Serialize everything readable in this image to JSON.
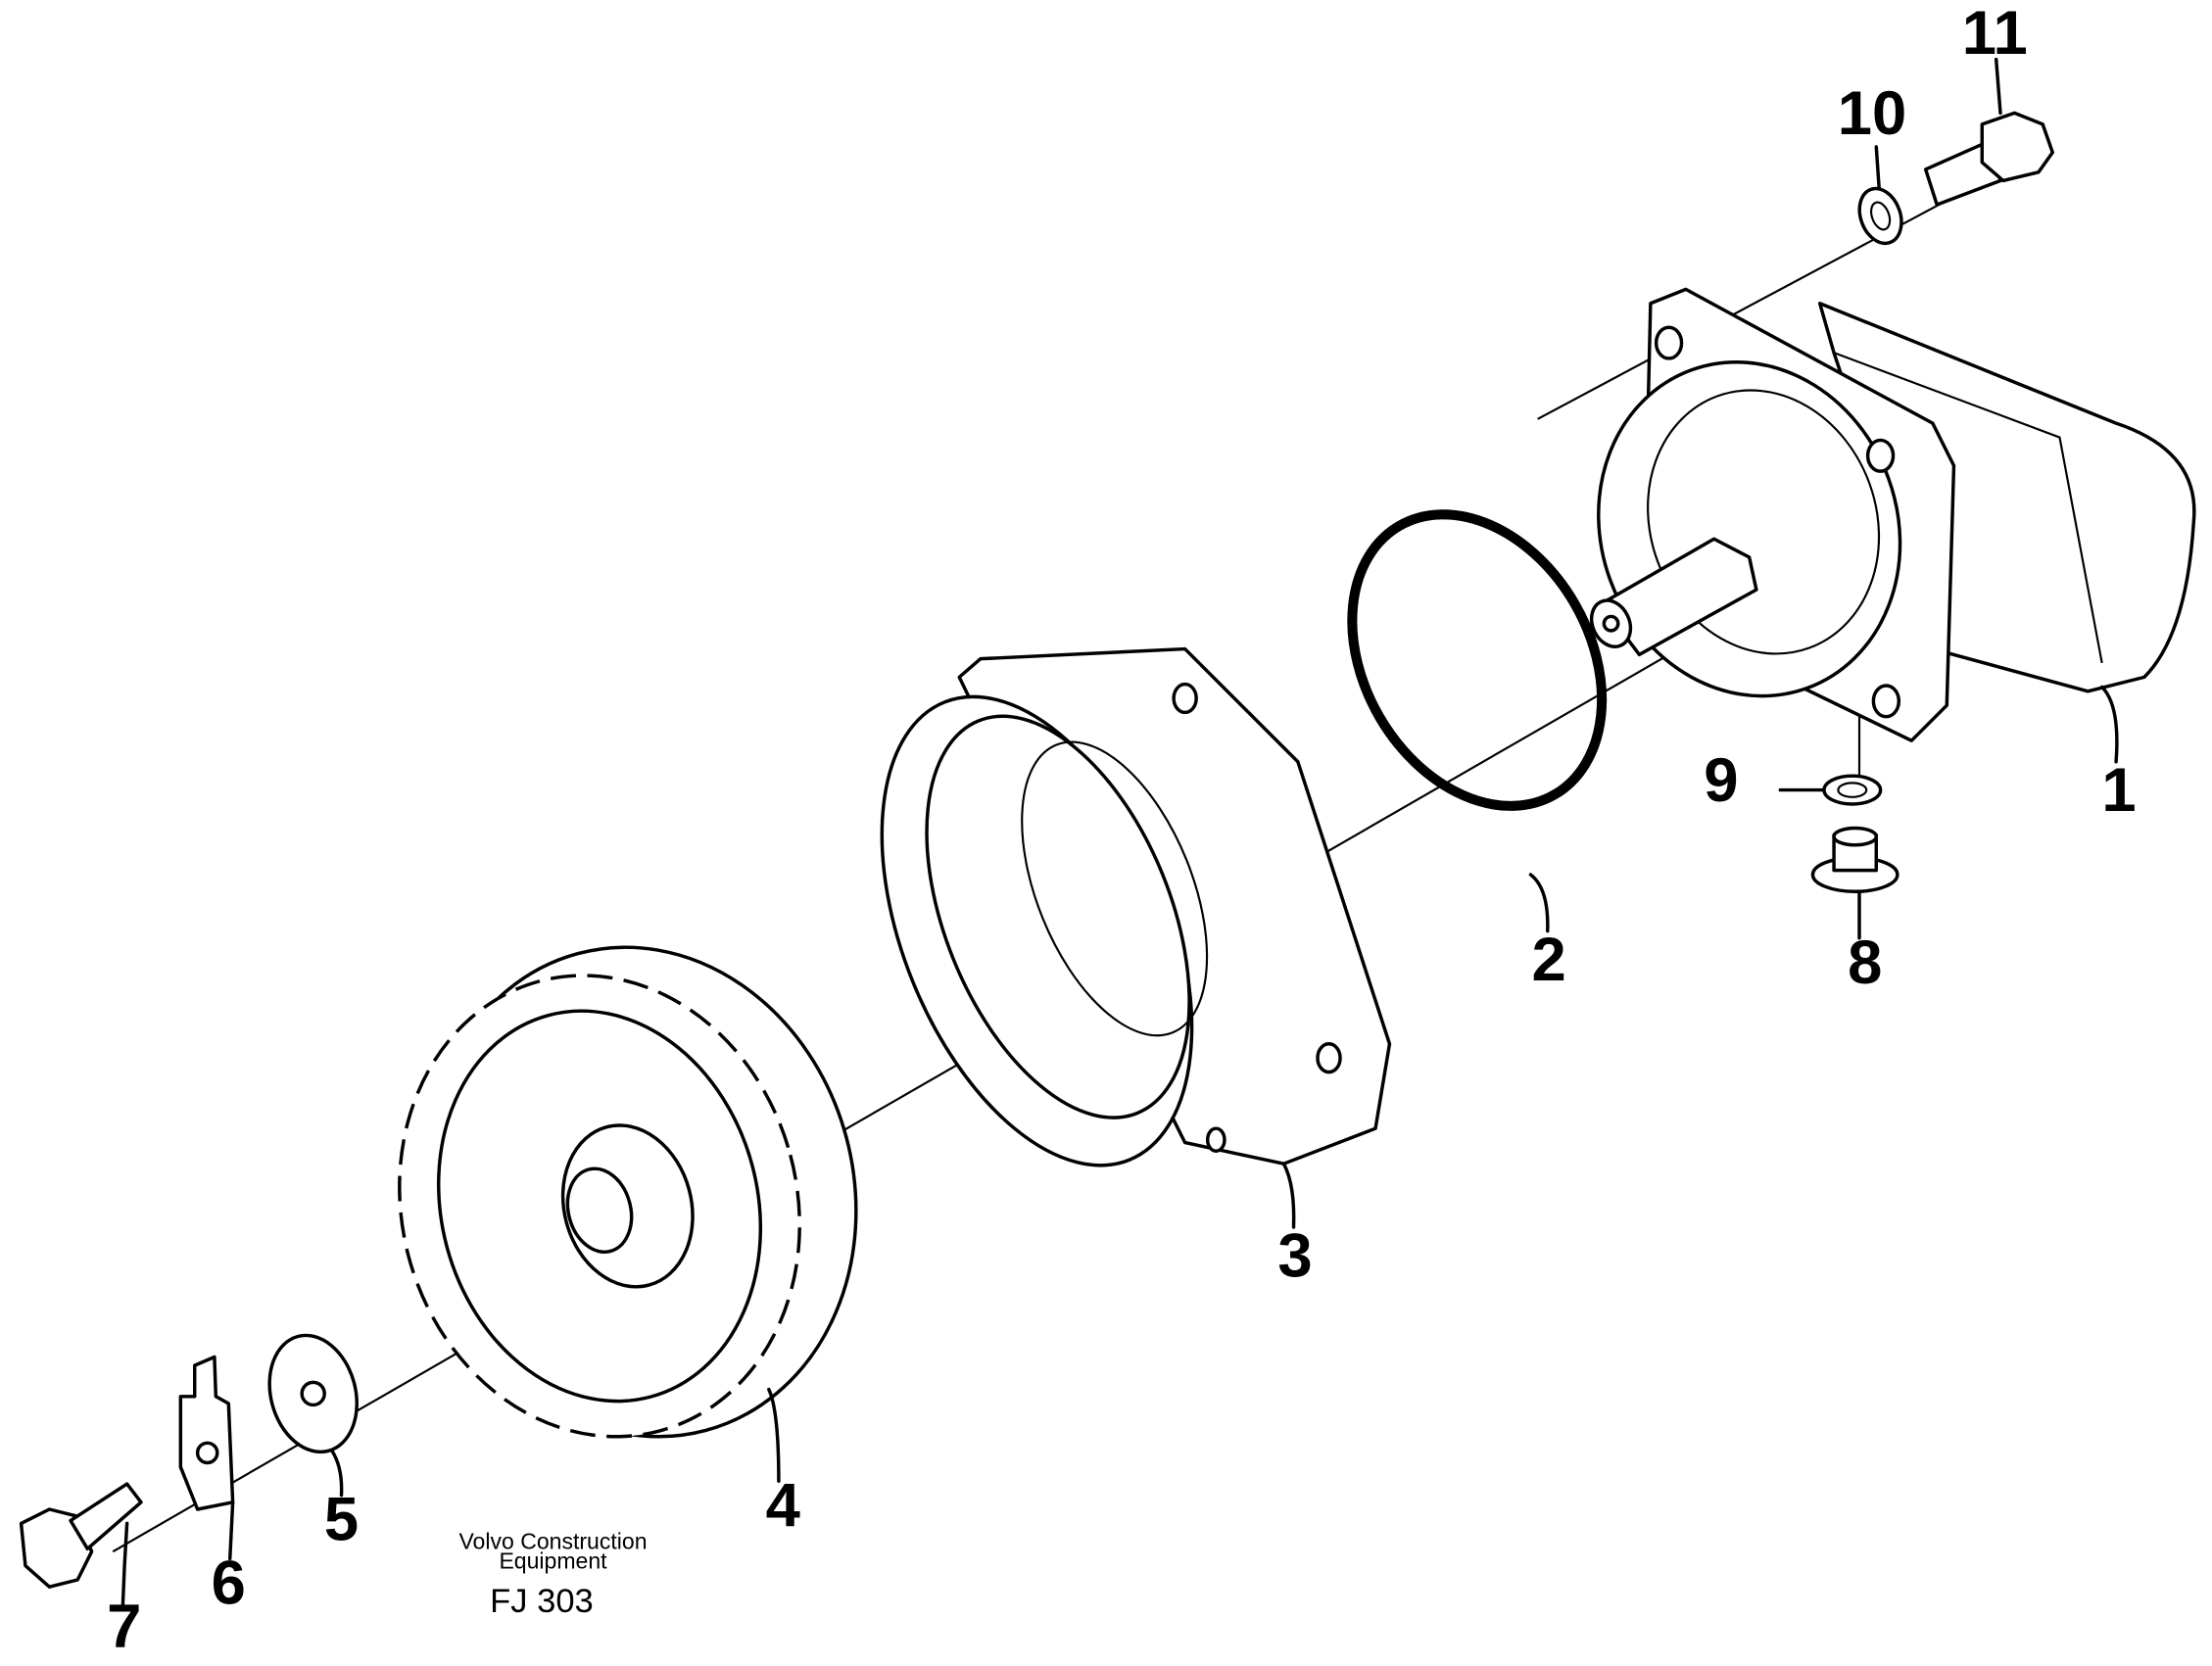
{
  "diagram": {
    "labels": [
      "1",
      "2",
      "3",
      "4",
      "5",
      "6",
      "7",
      "8",
      "9",
      "10",
      "11"
    ],
    "footer": {
      "company_line1": "Volvo Construction",
      "company_line2": "Equipment",
      "code": "FJ 303"
    }
  },
  "colors": {
    "line": "#000000",
    "background": "#ffffff"
  }
}
